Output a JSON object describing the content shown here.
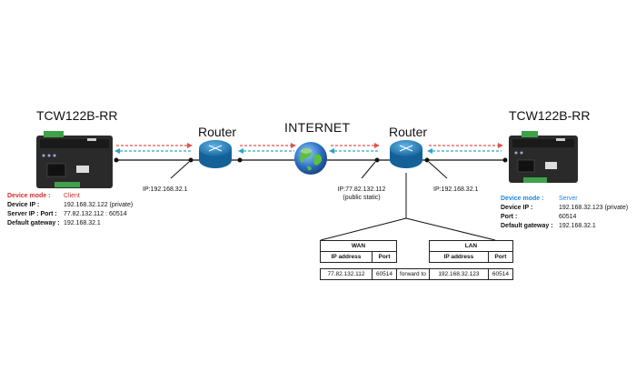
{
  "devices": {
    "left": {
      "title": "TCW122B-RR",
      "mode_label": "Device mode :",
      "mode_value": "Client",
      "ip_label": "Device IP :",
      "ip_value": "192.168.32.122 (private)",
      "server_label": "Server IP : Port :",
      "server_value": "77.82.132.112 : 60514",
      "gw_label": "Default gateway :",
      "gw_value": "192.168.32.1"
    },
    "right": {
      "title": "TCW122B-RR",
      "mode_label": "Device mode :",
      "mode_value": "Server",
      "ip_label": "Device IP :",
      "ip_value": "192.168.32.123 (private)",
      "port_label": "Port :",
      "port_value": "60514",
      "gw_label": "Default gateway :",
      "gw_value": "192.168.32.1"
    }
  },
  "routers": {
    "left": {
      "title": "Router",
      "ip": "IP:192.168.32.1"
    },
    "right": {
      "title": "Router",
      "wan_ip": "IP:77.82.132.112",
      "wan_note": "(public static)",
      "lan_ip": "IP:192.168.32.1"
    }
  },
  "internet": {
    "title": "INTERNET"
  },
  "nat_table": {
    "wan_header": "WAN",
    "lan_header": "LAN",
    "ip_col": "IP address",
    "port_col": "Port",
    "wan_ip": "77.82.132.112",
    "wan_port": "60514",
    "forward": "forward to",
    "lan_ip": "192.168.32.123",
    "lan_port": "60514"
  },
  "colors": {
    "arrow_red": "#e0554f",
    "arrow_blue": "#2aa6c8",
    "router": "#1f7fb8",
    "globe": "#2f6fc2"
  }
}
